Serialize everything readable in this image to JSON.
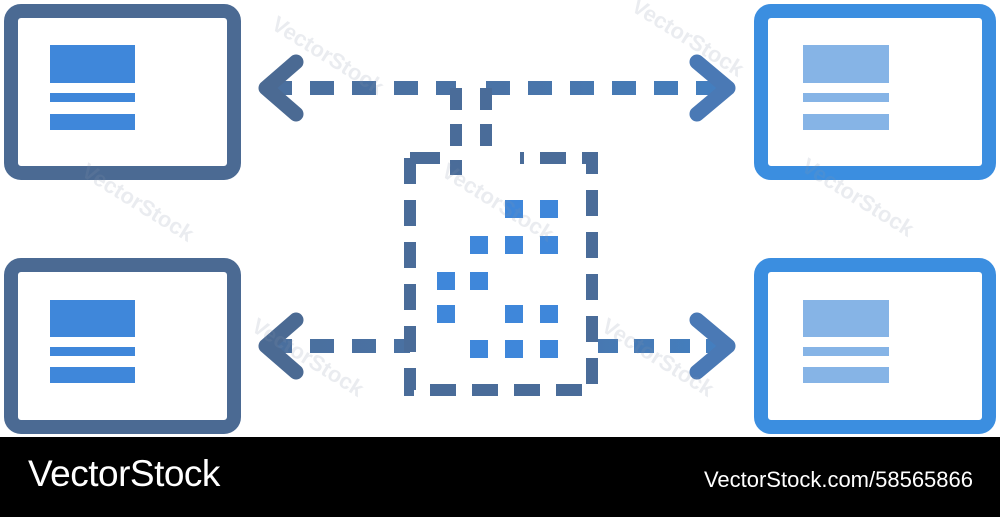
{
  "footer": {
    "brand": "VectorStock",
    "stock_id": "VectorStock.com/58565866"
  },
  "watermark": {
    "text": "VectorStock"
  },
  "colors": {
    "dark_blue": "#4b6a93",
    "bright_blue": "#3b8ee0",
    "light_blue": "#86b4e6",
    "footer_bg": "#000000"
  },
  "icons": [
    "document-file-icon",
    "monitor-icon",
    "bidirectional-arrow-icon"
  ]
}
